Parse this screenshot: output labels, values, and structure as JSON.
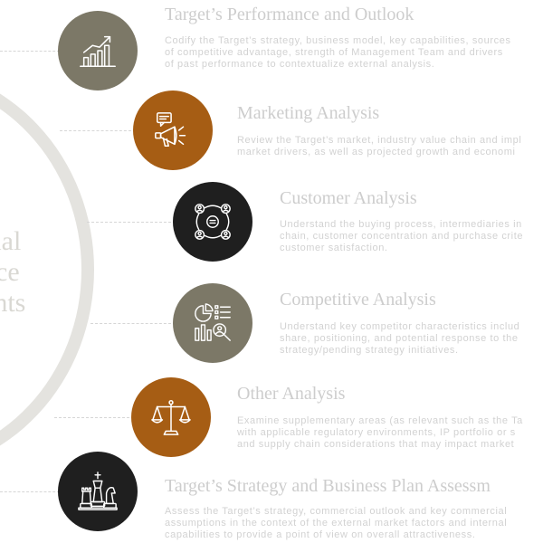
{
  "colors": {
    "olive": "#7c7867",
    "brown": "#a65d14",
    "black": "#1f1f1f",
    "arc": "#e4e3df",
    "text": "#cdcdcd"
  },
  "center": {
    "text": "cial\nnce\nents"
  },
  "steps": [
    {
      "icon": "growth-chart-icon",
      "title": "Target’s Performance and Outlook",
      "desc": "Codify the Target’s strategy, business model, key capabilities, sources\nof competitive advantage, strength of Management Team and drivers\nof past performance to contextualize external analysis."
    },
    {
      "icon": "megaphone-icon",
      "title": "Marketing Analysis",
      "desc": "Review the Target’s market, industry value chain and impl\nmarket drivers, as well as projected growth and economi"
    },
    {
      "icon": "customer-network-icon",
      "title": "Customer Analysis",
      "desc": "Understand the buying process, intermediaries in\nchain, customer concentration and purchase crite\ncustomer satisfaction."
    },
    {
      "icon": "analytics-magnifier-icon",
      "title": "Competitive Analysis",
      "desc": "Understand key competitor characteristics includ\nshare, positioning, and potential response to the\nstrategy/pending strategy initiatives."
    },
    {
      "icon": "balance-scale-icon",
      "title": "Other Analysis",
      "desc": "Examine supplementary areas (as relevant such as the Ta\nwith applicable regulatory environments, IP portfolio or s\nand supply chain considerations that may impact market"
    },
    {
      "icon": "chess-pieces-icon",
      "title": "Target’s Strategy and Business Plan Assessm",
      "desc": "Assess the Target’s strategy, commercial outlook and key commercial\nassumptions in the context of the external market factors and internal\ncapabilities to provide a point of view on overall attractiveness."
    }
  ]
}
